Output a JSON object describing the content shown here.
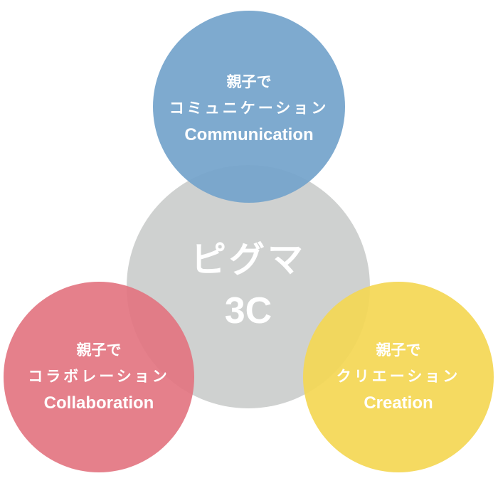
{
  "colors": {
    "background": "#ffffff",
    "center": "#cfd1d0",
    "communication": "#7ba9cf",
    "collaboration": "#e37b85",
    "creation": "#f4d95e",
    "text": "#ffffff"
  },
  "center": {
    "title": "ピグマ",
    "subtitle": "3C"
  },
  "circles": [
    {
      "id": "communication",
      "line1": "親子で",
      "line2": "コミュニケーション",
      "english": "Communication"
    },
    {
      "id": "collaboration",
      "line1": "親子で",
      "line2": "コラボレーション",
      "english": "Collaboration"
    },
    {
      "id": "creation",
      "line1": "親子で",
      "line2": "クリエーション",
      "english": "Creation"
    }
  ]
}
